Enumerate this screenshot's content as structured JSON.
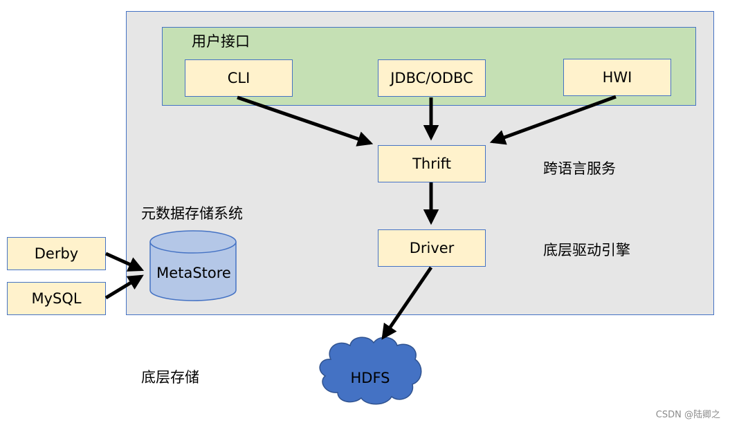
{
  "diagram": {
    "labels": {
      "user_interface": "用户接口",
      "cross_language_service": "跨语言服务",
      "metadata_storage": "元数据存储系统",
      "engine": "底层驱动引擎",
      "storage": "底层存储"
    },
    "nodes": {
      "cli": "CLI",
      "jdbc": "JDBC/ODBC",
      "hwi": "HWI",
      "thrift": "Thrift",
      "driver": "Driver",
      "derby": "Derby",
      "mysql": "MySQL",
      "metastore": "MetaStore",
      "hdfs": "HDFS"
    },
    "colors": {
      "container_fill": "#e6e6e6",
      "interface_group_fill": "#c5e0b4",
      "box_fill": "#fff2cc",
      "border": "#4472c4",
      "database_fill": "#b4c7e7",
      "cloud_fill": "#4472c4"
    }
  },
  "watermark": "CSDN @陆卿之"
}
